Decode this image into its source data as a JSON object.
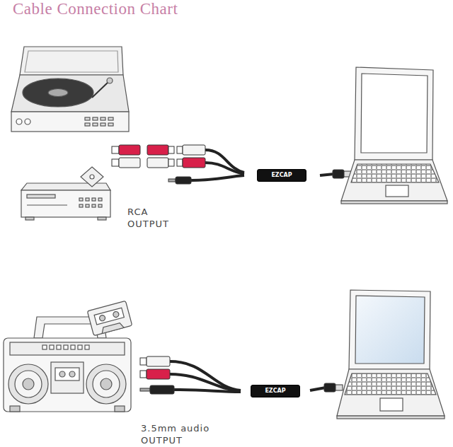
{
  "diagram": {
    "title": "Cable Connection Chart",
    "nodes": [
      {
        "text": [
          "EZCAP"
        ]
      },
      {
        "text": [
          "EZCAP"
        ]
      }
    ],
    "labels": [
      "RCA OUTPUT",
      "3.5mm audio OUTPUT"
    ]
  }
}
